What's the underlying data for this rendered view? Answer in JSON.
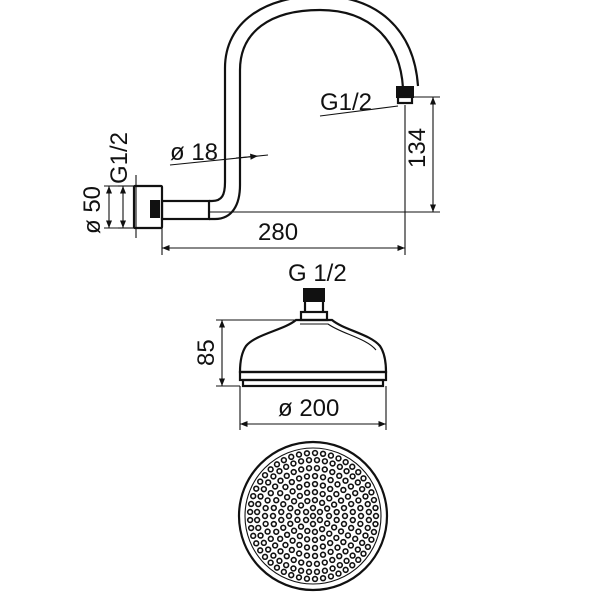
{
  "colors": {
    "line": "#111111",
    "background": "#ffffff"
  },
  "labels": {
    "arm_outlet_thread": "G1/2",
    "arm_inlet_thread": "G1/2",
    "arm_pipe_diameter": "ø 18",
    "flange_diameter": "ø 50",
    "arm_length": "280",
    "arm_height": "134",
    "head_thread": "G 1/2",
    "head_height": "85",
    "head_diameter": "ø 200"
  }
}
